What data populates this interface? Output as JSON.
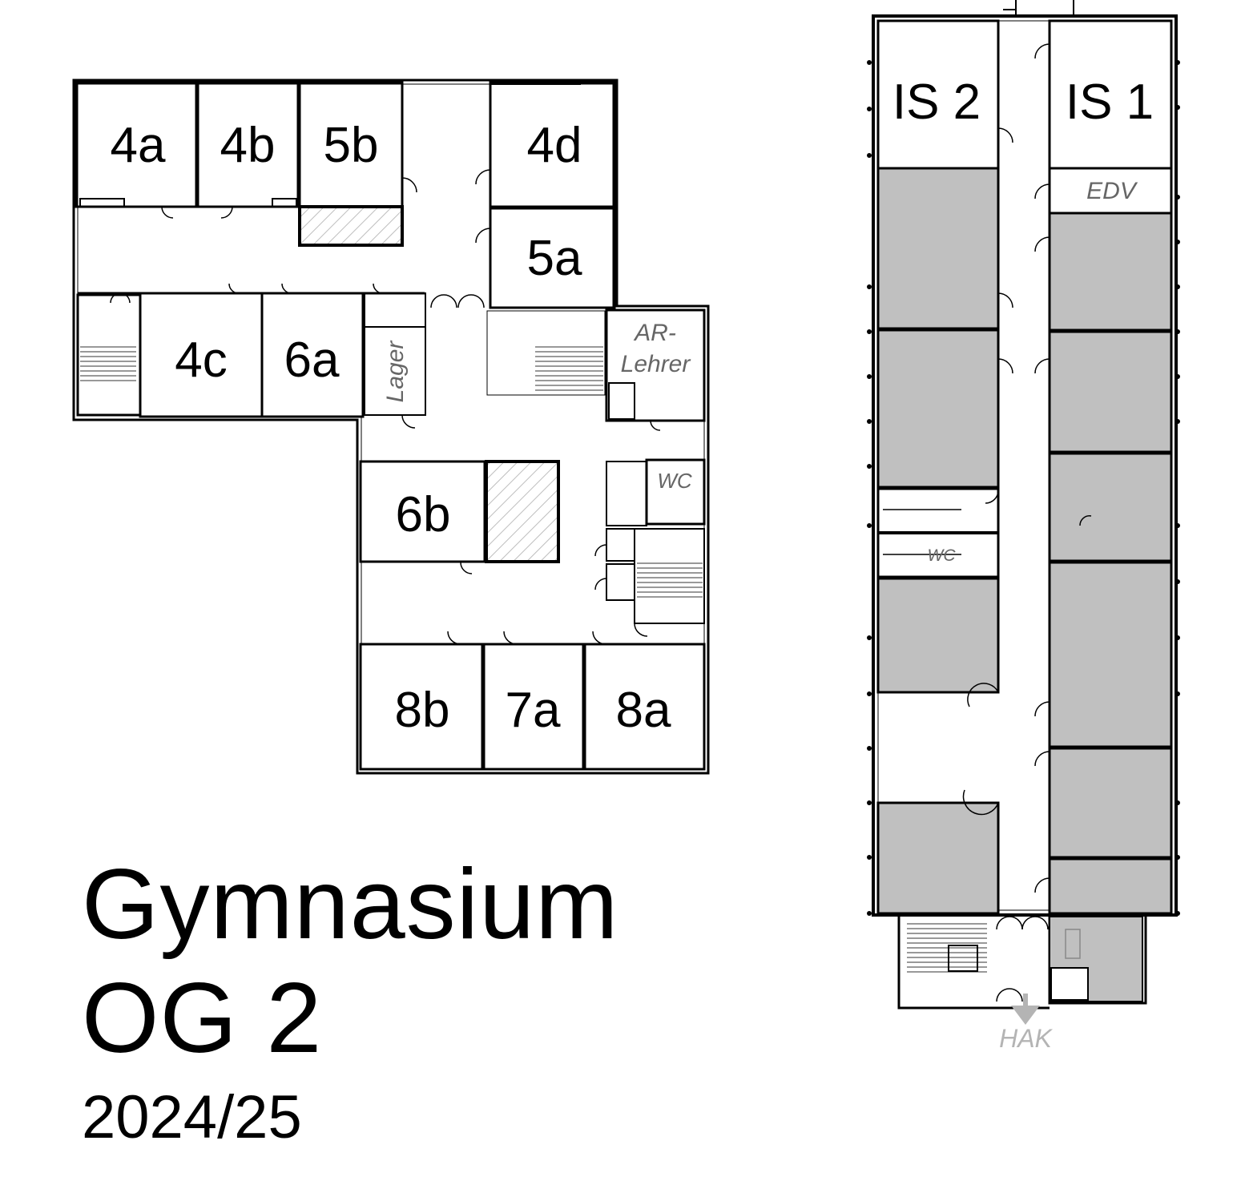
{
  "title": {
    "line1": "Gymnasium",
    "line2": "OG 2",
    "year": "2024/25"
  },
  "rooms": {
    "r4a": "4a",
    "r4b": "4b",
    "r5b": "5b",
    "r4d": "4d",
    "r5a": "5a",
    "r4c": "4c",
    "r6a": "6a",
    "r6b": "6b",
    "r8b": "8b",
    "r7a": "7a",
    "r8a": "8a",
    "is2": "IS 2",
    "is1": "IS 1"
  },
  "aux_rooms": {
    "lager": "Lager",
    "ar_line1": "AR-",
    "ar_line2": "Lehrer",
    "wc_main": "WC",
    "wc_right": "WC",
    "edv": "EDV"
  },
  "exit_label": "HAK",
  "colors": {
    "wall": "#000000",
    "other_use_fill": "#c0c0c0",
    "hatch": "#bdbdbd",
    "aux_text": "#666666",
    "exit_text": "#b4b4b4"
  }
}
